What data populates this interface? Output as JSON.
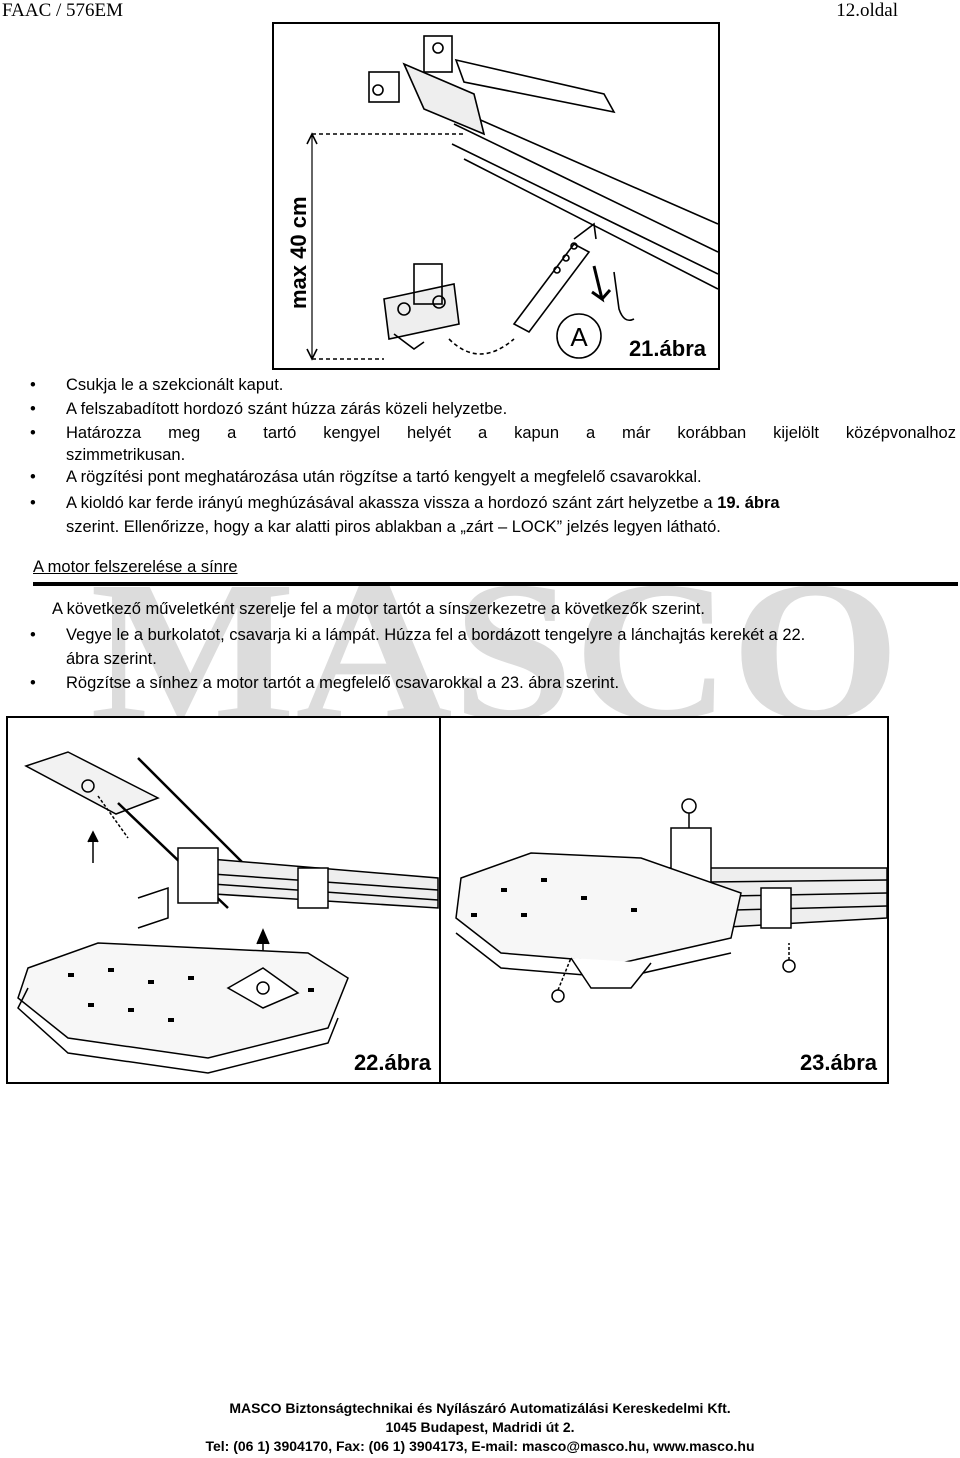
{
  "header": {
    "left": "FAAC / 576EM",
    "right": "12.oldal"
  },
  "watermark": {
    "text": "MASCO",
    "color": "#d9d9d9"
  },
  "figure21": {
    "label": "21.ábra",
    "dim_label": "max 40 cm",
    "marker": "A"
  },
  "bullets1": [
    "Csukja le a szekcionált kaput.",
    "A felszabadított hordozó szánt húzza zárás közeli helyzetbe.",
    "Határozza meg a tartó kengyel helyét a kapun a már korábban kijelölt középvonalhoz",
    "A rögzítési pont meghatározása után rögzítse a tartó kengyelt a megfelelő csavarokkal.",
    "A kioldó kar ferde irányú meghúzásával akassza vissza a hordozó szánt zárt helyzetbe a"
  ],
  "bullet3_cont": "szimmetrikusan.",
  "bullet5_bold": "19. ábra",
  "bullet5_cont": "szerint. Ellenőrizze, hogy a kar alatti piros ablakban a „zárt – LOCK” jelzés legyen látható.",
  "section_title": "A motor felszerelése a sínre",
  "intro": "A következő műveletként szerelje fel a motor tartót a sínszerkezetre a következők szerint.",
  "bullets2": [
    "Vegye le a burkolatot, csavarja ki a lámpát. Húzza fel a bordázott tengelyre a lánchajtás kerekét a 22.",
    "Rögzítse a sínhez a motor tartót a megfelelő csavarokkal a 23. ábra szerint."
  ],
  "bullet_b1_cont": "ábra szerint.",
  "figure22": {
    "label": "22.ábra"
  },
  "figure23": {
    "label": "23.ábra"
  },
  "footer": {
    "line1": "MASCO Biztonságtechnikai és Nyílászáró Automatizálási Kereskedelmi Kft.",
    "line2": "1045 Budapest, Madridi út 2.",
    "line3_pre": "Tel: (06 1) 3904170, Fax: (06 1) 3904173, E-mail: ",
    "email_link": "masco@",
    "line3_post": "masco.hu, www.masco.hu"
  }
}
